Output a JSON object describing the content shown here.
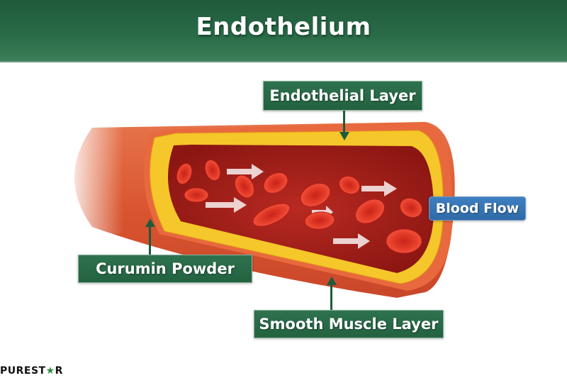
{
  "header": {
    "title": "Endothelium",
    "background_color": "#2a6c48"
  },
  "diagram": {
    "subject": "Blood vessel cross-section",
    "labels": {
      "endothelial_layer": "Endothelial Layer",
      "blood_flow": "Blood Flow",
      "curcumin_powder": "Curumin Powder",
      "smooth_muscle_layer": "Smooth Muscle Layer"
    },
    "colors": {
      "label_green": "#23623f",
      "label_blue": "#3273b3",
      "vessel_outer": "#e0603a",
      "endothelium_yellow": "#f5c72a",
      "lumen": "#a81f1a",
      "red_blood_cell": "#e0301f"
    }
  },
  "footer": {
    "logo_prefix": "PUREST",
    "logo_star": "★",
    "logo_suffix": "R"
  }
}
